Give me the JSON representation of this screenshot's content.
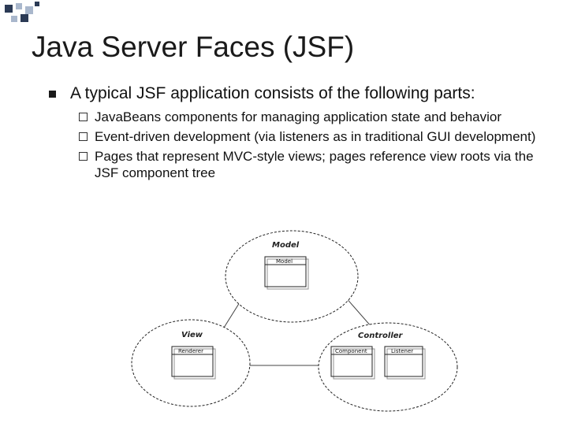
{
  "slide": {
    "title": "Java Server Faces (JSF)",
    "intro": "A typical JSF application consists of the following parts:",
    "parts": [
      {
        "text": "JavaBeans components for managing application state and behavior"
      },
      {
        "text": "Event-driven development (via listeners as in traditional GUI development)"
      },
      {
        "text": "Pages that represent MVC-style views; pages reference view roots via the JSF component tree"
      }
    ]
  },
  "diagram": {
    "model": {
      "label": "Model",
      "box": "Model"
    },
    "view": {
      "label": "View",
      "box": "Renderer"
    },
    "controller": {
      "label": "Controller",
      "boxes": [
        "Component",
        "Listener"
      ]
    }
  },
  "colors": {
    "deco_dark": "#2b3a55",
    "deco_light": "#a9b7cc",
    "text": "#1a1a1a"
  }
}
